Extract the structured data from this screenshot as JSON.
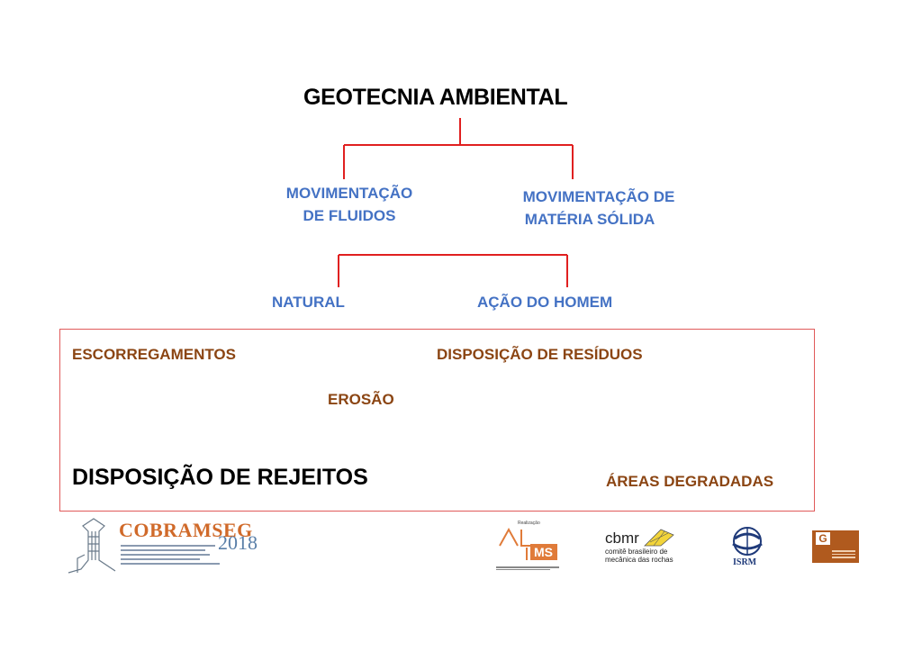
{
  "diagram": {
    "title": "GEOTECNIA AMBIENTAL",
    "level1": {
      "left": {
        "line1": "MOVIMENTAÇÃO",
        "line2": "DE FLUIDOS"
      },
      "right": {
        "line1": "MOVIMENTAÇÃO DE",
        "line2": "MATÉRIA SÓLIDA"
      }
    },
    "level2": {
      "left": "NATURAL",
      "right": "AÇÃO DO HOMEM"
    },
    "box_items": {
      "escorregamentos": "ESCORREGAMENTOS",
      "disposicao_residuos": "DISPOSIÇÃO DE RESÍDUOS",
      "erosao": "EROSÃO",
      "disposicao_rejeitos": "DISPOSIÇÃO DE REJEITOS",
      "areas_degradadas": "ÁREAS DEGRADADAS"
    },
    "colors": {
      "connector": "#e02020",
      "blue_text": "#4472c4",
      "brown_text": "#8b4513",
      "box_border": "#e05a5a"
    }
  },
  "footer": {
    "cobramseg": {
      "name": "COBRAMSEG",
      "year": "2018"
    },
    "abms": {
      "caption": "Realização",
      "letters": "ABMS"
    },
    "cbmr": {
      "name": "cbmr",
      "line1": "comitê brasileiro de",
      "line2": "mecânica das rochas"
    },
    "isrm": {
      "name": "ISRM"
    },
    "spg": {
      "letter": "G"
    }
  }
}
